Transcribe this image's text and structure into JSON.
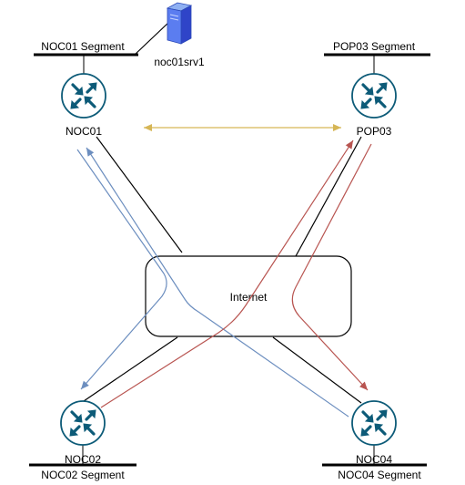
{
  "segments": {
    "noc01": "NOC01 Segment",
    "pop03": "POP03 Segment",
    "noc02": "NOC02 Segment",
    "noc04": "NOC04 Segment"
  },
  "routers": {
    "noc01": "NOC01",
    "pop03": "POP03",
    "noc02": "NOC02",
    "noc04": "NOC04"
  },
  "server": {
    "name": "noc01srv1",
    "icon": "server-icon"
  },
  "cloud": {
    "label": "Internet"
  },
  "colors": {
    "router_fill": "#ffffff",
    "router_stroke": "#0d5b78",
    "router_arrows": "#0d5b78",
    "server_blue": "#3b5bdb",
    "link_black": "#000000",
    "tunnel_blue": "#6c8ebf",
    "tunnel_red": "#b85450",
    "tunnel_gold": "#d6b656"
  }
}
